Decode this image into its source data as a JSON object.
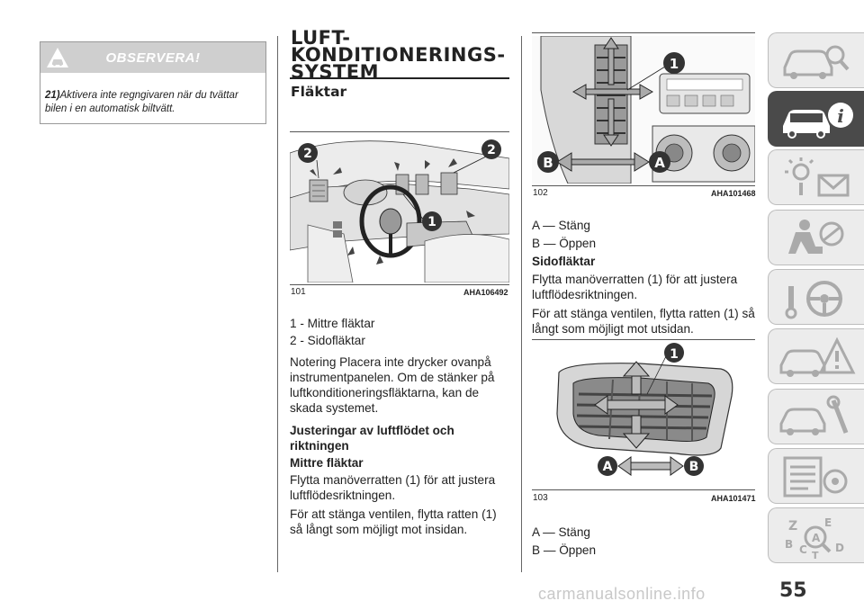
{
  "observera": {
    "title": "OBSERVERA!",
    "note_number": "21)",
    "note_text": "Aktivera inte regngivaren när du tvättar bilen i en automatisk biltvätt."
  },
  "section": {
    "title_line1": "LUFT-",
    "title_line2": "KONDITIONERINGS-",
    "title_line3": "SYSTEM",
    "subtitle": "Fläktar"
  },
  "fig101": {
    "number": "101",
    "code": "AHA106492",
    "callouts": [
      "2",
      "2",
      "1"
    ]
  },
  "column2": {
    "legend1": "1 - Mittre fläktar",
    "legend2": "2 - Sidofläktar",
    "note": "Notering  Placera inte drycker ovanpå instrumentpanelen. Om de stänker på luftkonditioneringsfläktarna, kan de skada systemet.",
    "heading": "Justeringar av luftflödet och riktningen",
    "subheading": "Mittre fläktar",
    "para1": "Flytta manöverratten (1) för att justera luftflödesriktningen.",
    "para2": "För att stänga ventilen, flytta ratten (1) så långt som möjligt mot insidan."
  },
  "fig102": {
    "number": "102",
    "code": "AHA101468",
    "callout_1": "1",
    "callout_a": "A",
    "callout_b": "B"
  },
  "column3": {
    "legend_a": "A — Stäng",
    "legend_b": "B — Öppen",
    "subheading": "Sidofläktar",
    "para1": "Flytta manöverratten (1) för att justera luftflödesriktningen.",
    "para2": "För att stänga ventilen, flytta ratten (1) så långt som möjligt mot utsidan."
  },
  "fig103": {
    "number": "103",
    "code": "AHA101471",
    "callout_1": "1",
    "callout_a": "A",
    "callout_b": "B"
  },
  "column3b": {
    "legend_a": "A — Stäng",
    "legend_b": "B — Öppen"
  },
  "page_number": "55",
  "watermark": "carmanualsonline.info",
  "sidebar_tabs": [
    {
      "icon": "car-search-icon",
      "active": false
    },
    {
      "icon": "car-info-icon",
      "active": true
    },
    {
      "icon": "warning-lights-icon",
      "active": false
    },
    {
      "icon": "airbag-seat-icon",
      "active": false
    },
    {
      "icon": "key-steering-icon",
      "active": false
    },
    {
      "icon": "car-breakdown-icon",
      "active": false
    },
    {
      "icon": "car-service-icon",
      "active": false
    },
    {
      "icon": "spec-list-icon",
      "active": false
    },
    {
      "icon": "index-letters-icon",
      "active": false
    }
  ],
  "colors": {
    "text": "#222222",
    "tab_bg": "#ececec",
    "tab_active": "#4a4a4a",
    "obs_header": "#cfcfcf"
  }
}
